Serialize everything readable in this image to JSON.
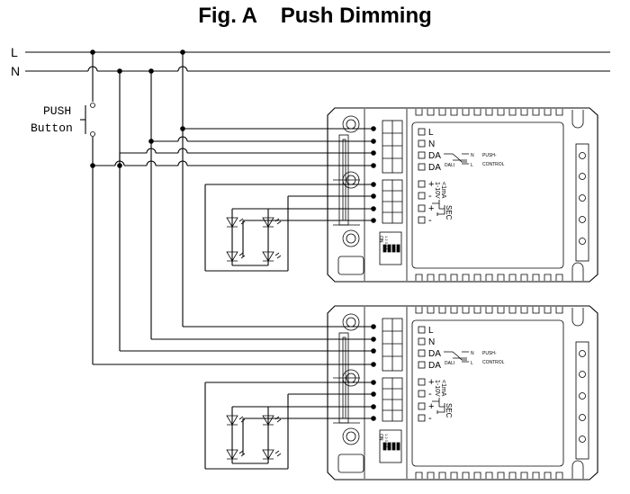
{
  "title": "Fig. A    Push Dimming",
  "lines": {
    "l": "L",
    "n": "N"
  },
  "push": {
    "line1": "PUSH",
    "line2": "Button"
  },
  "driver": {
    "terminals": [
      "L",
      "N",
      "DA",
      "DA",
      "+",
      "-",
      "+",
      "-"
    ],
    "dali": "DALI",
    "dali_n": "N",
    "dali_l": "L",
    "push_control_1": "PUSH-",
    "push_control_2": "CONTROL",
    "dim_1": "1-10V",
    "dim_2": "<1mA",
    "sec": "SEC",
    "dip_on": "ON",
    "dip_nums": "1 2 3 4 5"
  }
}
